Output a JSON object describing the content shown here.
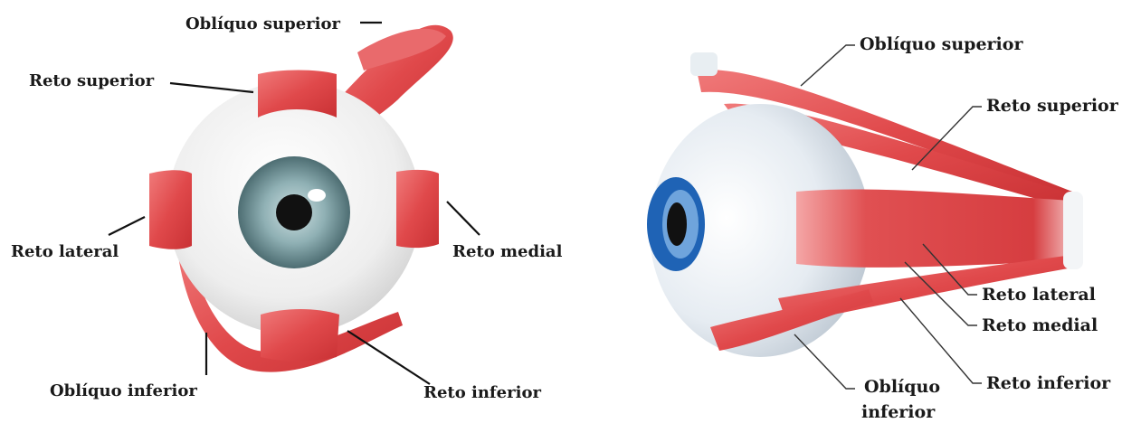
{
  "left_view": {
    "labels": {
      "obliquo_superior": "Oblíquo superior",
      "reto_superior": "Reto superior",
      "reto_lateral": "Reto lateral",
      "reto_medial": "Reto medial",
      "obliquo_inferior": "Oblíquo inferior",
      "reto_inferior": "Reto inferior"
    }
  },
  "right_view": {
    "labels": {
      "obliquo_superior": "Oblíquo superior",
      "reto_superior": "Reto superior",
      "reto_lateral": "Reto lateral",
      "reto_medial": "Reto medial",
      "reto_inferior": "Reto inferior",
      "obliquo_inferior_line1": "Oblíquo",
      "obliquo_inferior_line2": "inferior"
    }
  },
  "colors": {
    "muscle": "#e0494b",
    "muscle_light": "#f28a8a",
    "sclera": "#f4f4f4",
    "iris": "#6f9196",
    "iris_blue": "#1f63b5",
    "pupil": "#111111"
  }
}
